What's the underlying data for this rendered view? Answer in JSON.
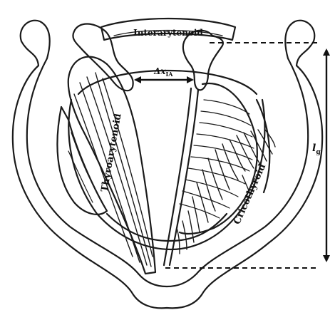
{
  "labels": {
    "interarytenoid": "Interarytenoid",
    "thyroarytenoid": "Thyroarytenoid",
    "cricothyroid": "Cricothyroid",
    "delta_x_symbol": "Δx",
    "delta_x_subscript": "IA",
    "length_symbol": "l",
    "length_subscript": "g"
  }
}
